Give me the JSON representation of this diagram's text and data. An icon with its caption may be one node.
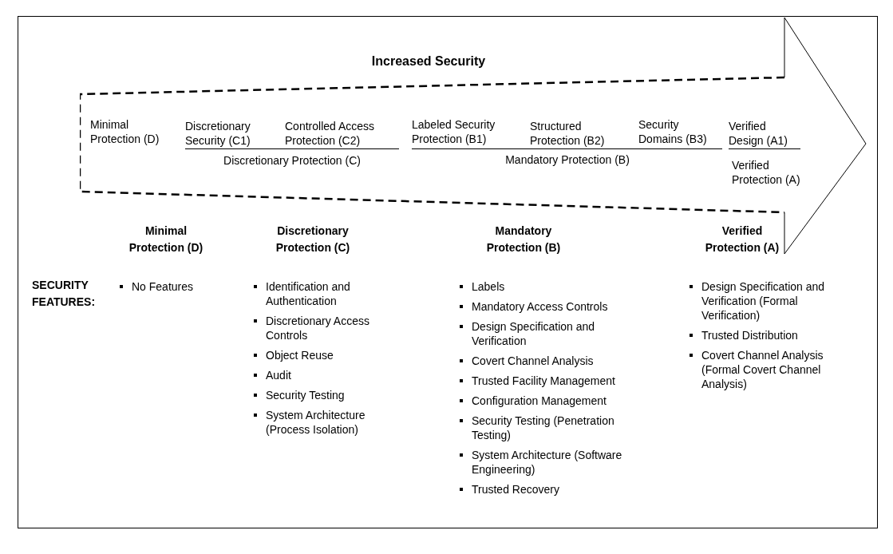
{
  "diagram": {
    "nodes": [
      {
        "text": [
          "Increased Security",
          "Minimal Protection (D)",
          "Discretionary Security (C1)",
          "Controlled Access Protection (C2)",
          "Labeled Security Protection (B1)",
          "Structured Protection (B2)",
          "Security Domains (B3)",
          "Verified Design (A1)",
          "Discretionary Protection (C)",
          "Mandatory Protection (B)",
          "Verified Protection (A)"
        ]
      }
    ],
    "edges": [],
    "labels": [
      "Minimal Protection (D)",
      "Discretionary Protection (C)",
      "Mandatory Protection (B)",
      "Verified Protection (A)",
      "SECURITY FEATURES:",
      "No Features",
      "Identification and Authentication",
      "Discretionary Access Controls",
      "Object Reuse",
      "Audit",
      "Security Testing",
      "System Architecture (Process Isolation)",
      "Labels",
      "Mandatory Access Controls",
      "Design Specification and Verification",
      "Covert Channel Analysis",
      "Trusted Facility Management",
      "Configuration Management",
      "Security Testing (Penetration Testing)",
      "System Architecture (Software Engineering)",
      "Trusted Recovery",
      "Design Specification and Verification (Formal Verification)",
      "Trusted Distribution",
      "Covert Channel Analysis (Formal Covert Channel Analysis)"
    ]
  }
}
